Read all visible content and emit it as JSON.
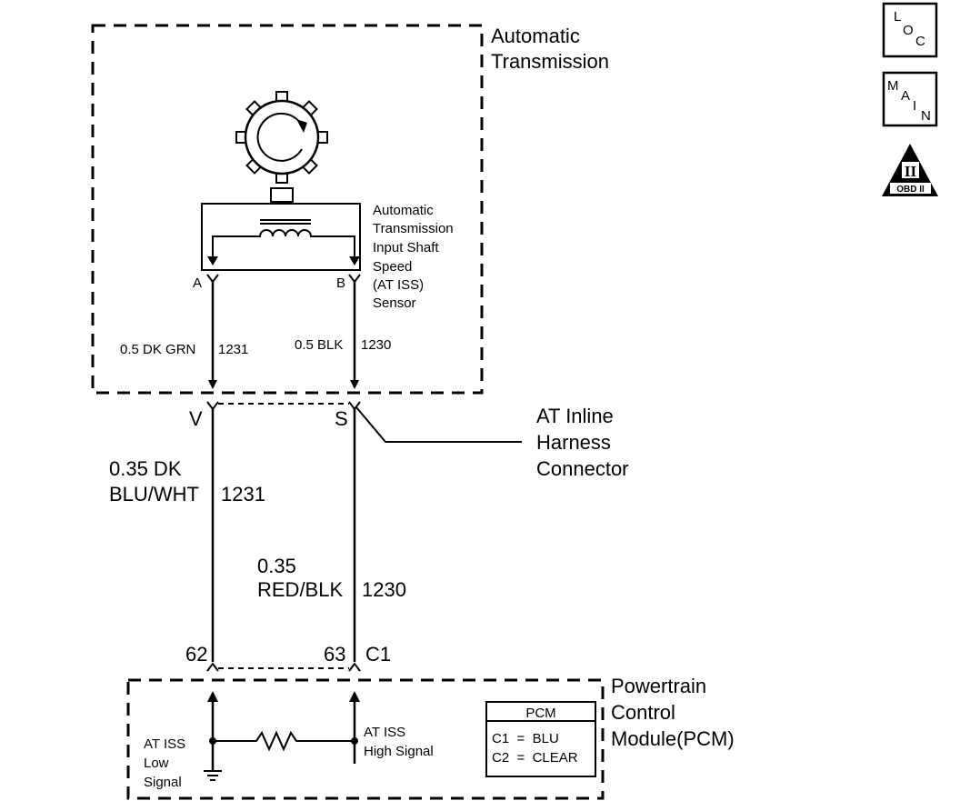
{
  "transmission": {
    "title_line1": "Automatic",
    "title_line2": "Transmission",
    "sensor_label": [
      "Automatic",
      "Transmission",
      "Input Shaft",
      "Speed",
      "(AT ISS)",
      "Sensor"
    ],
    "pin_a": "A",
    "pin_b": "B",
    "wire_a": "0.5 DK GRN",
    "wire_a_circuit": "1231",
    "wire_b": "0.5 BLK",
    "wire_b_circuit": "1230"
  },
  "inline_connector": {
    "pin_v": "V",
    "pin_s": "S",
    "label_line1": "AT Inline",
    "label_line2": "Harness",
    "label_line3": "Connector"
  },
  "harness": {
    "left_wire_line1": "0.35 DK",
    "left_wire_line2": "BLU/WHT",
    "left_circuit": "1231",
    "right_wire_line1": "0.35",
    "right_wire_line2": "RED/BLK",
    "right_circuit": "1230"
  },
  "pcm_connector": {
    "pin_left": "62",
    "pin_right": "63",
    "connector_id": "C1"
  },
  "pcm": {
    "title_line1": "Powertrain",
    "title_line2": "Control",
    "title_line3": "Module(PCM)",
    "low_signal": [
      "AT ISS",
      "Low",
      "Signal"
    ],
    "high_signal": [
      "AT ISS",
      "High Signal"
    ],
    "table_header": "PCM",
    "table_row1": "C1  =  BLU",
    "table_row2": "C2  =  CLEAR"
  },
  "badges": {
    "loc": [
      "L",
      "O",
      "C"
    ],
    "main": [
      "M",
      "A",
      "I",
      "N"
    ],
    "obd_roman": "II",
    "obd_text": "OBD II"
  }
}
